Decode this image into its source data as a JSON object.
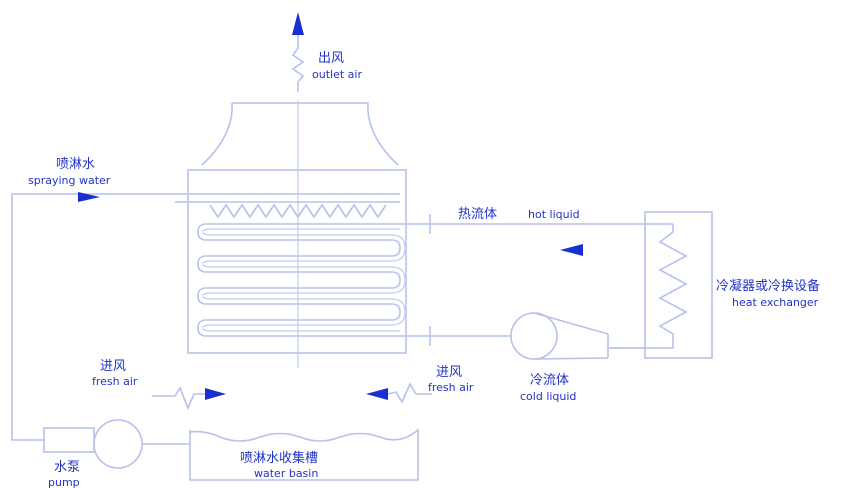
{
  "labels": {
    "outlet_zh": "出风",
    "outlet_en": "outlet air",
    "spray_zh": "喷淋水",
    "spray_en": "spraying water",
    "hot_zh": "热流体",
    "hot_en": "hot liquid",
    "hx_zh": "冷凝器或冷换设备",
    "hx_en": "heat exchanger",
    "fresh_left_zh": "进风",
    "fresh_left_en": "fresh air",
    "fresh_right_zh": "进风",
    "fresh_right_en": "fresh air",
    "cold_zh": "冷流体",
    "cold_en": "cold liquid",
    "pump_zh": "水泵",
    "pump_en": "pump",
    "basin_zh": "喷淋水收集槽",
    "basin_en": "water basin"
  },
  "colors": {
    "line": "#b7c1ec",
    "accent": "#1a2fd0",
    "text": "#2233c8"
  }
}
